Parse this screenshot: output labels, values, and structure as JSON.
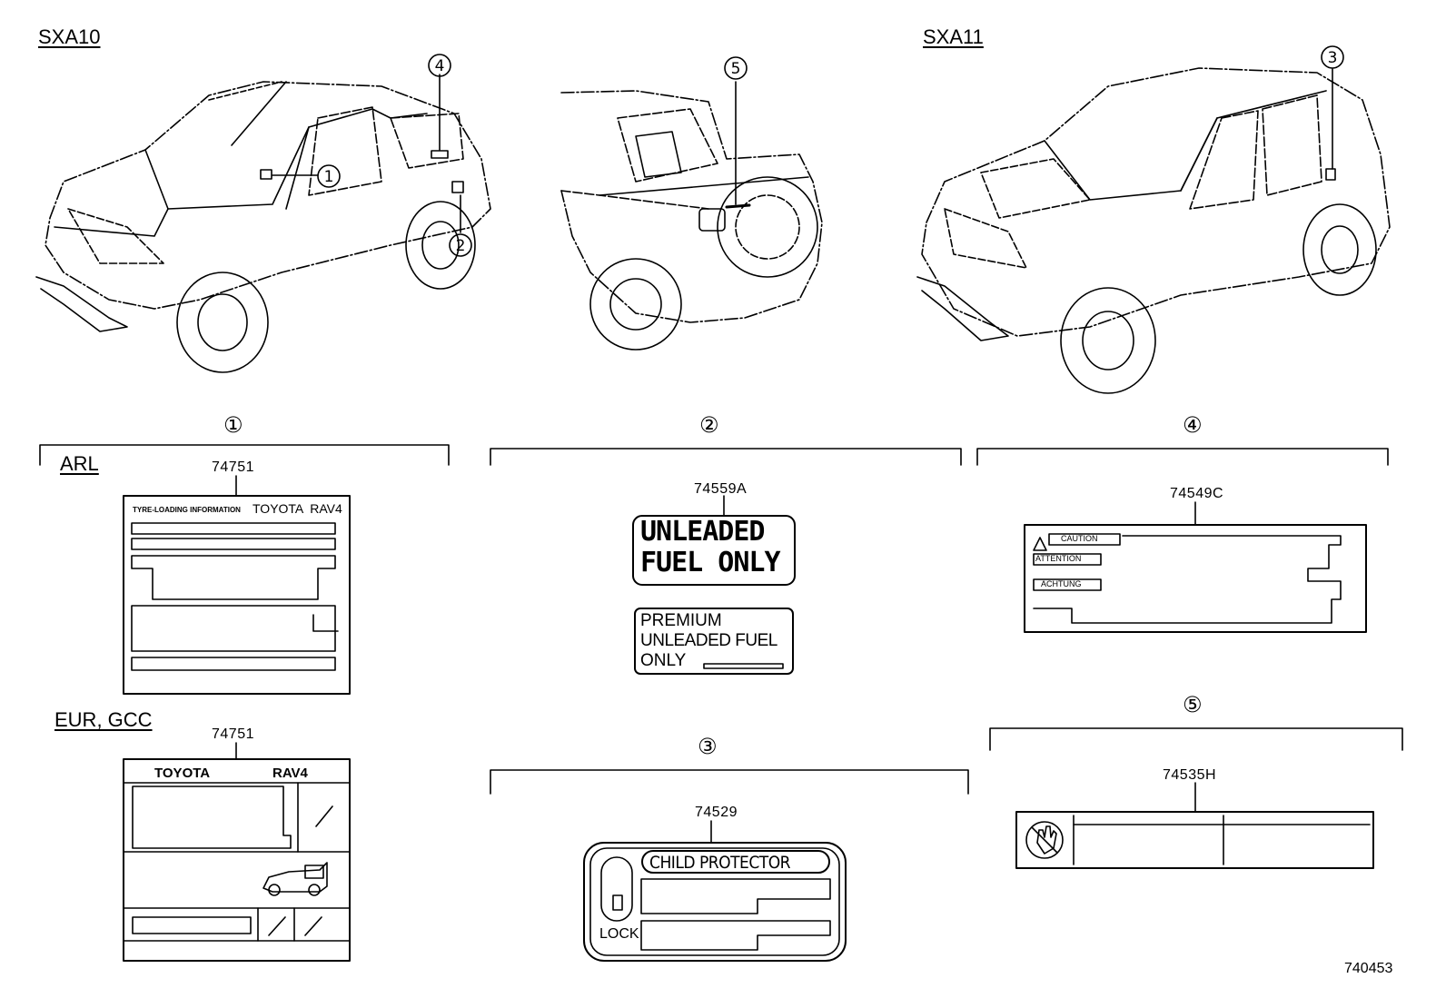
{
  "headers": {
    "sxa10": "SXA10",
    "sxa11": "SXA11"
  },
  "callouts": [
    "①",
    "②",
    "③",
    "④",
    "⑤"
  ],
  "regions": {
    "arl": "ARL",
    "eur_gcc": "EUR, GCC"
  },
  "parts": {
    "p1_arl": "74751",
    "p1_eur": "74751",
    "p2": "74559A",
    "p3": "74529",
    "p4": "74549C",
    "p5": "74535H"
  },
  "labels": {
    "tyre_loading": "TYRE-LOADING INFORMATION",
    "toyota_rav4": "TOYOTA  RAV4",
    "toyota": "TOYOTA",
    "rav4": "RAV4",
    "unleaded_1": "UNLEADED",
    "unleaded_2": "FUEL ONLY",
    "premium_1": "PREMIUM",
    "premium_2": "UNLEADED FUEL",
    "premium_3": "ONLY",
    "child_protector": "CHILD PROTECTOR",
    "lock": "LOCK",
    "caution": "CAUTION",
    "attention": "ATTENTION",
    "achtung": "ACHTUNG"
  },
  "figure_id": "740453"
}
